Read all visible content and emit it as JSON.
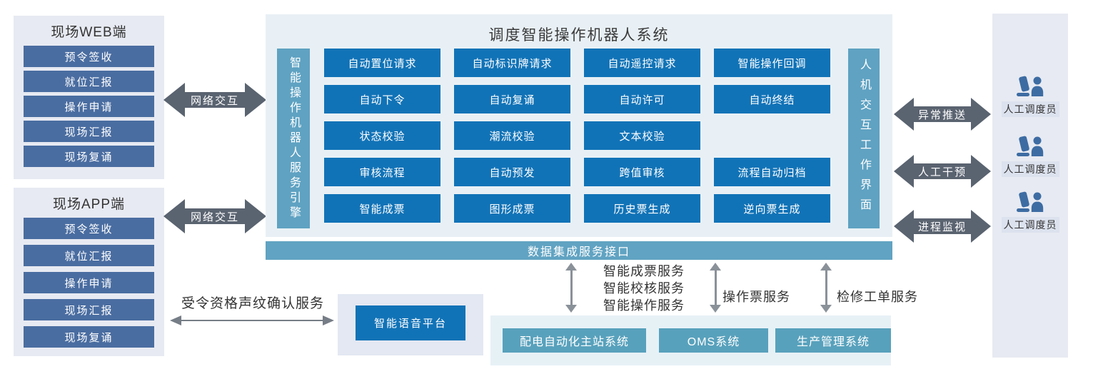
{
  "colors": {
    "accent_blue": "#1173b7",
    "steel_blue": "#4a6da1",
    "teal_bar": "#61a3c2",
    "teal_box": "#58a1bc",
    "dark_arrow": "#5a6370",
    "grey_arrow": "#8a9199",
    "panel_lavender": "#e7eaf2",
    "panel_light_blue": "#e8f0f5",
    "panel_light_teal": "#e6f1f6"
  },
  "left_panels": [
    {
      "title": "现场WEB端",
      "items": [
        "预令签收",
        "就位汇报",
        "操作申请",
        "现场汇报",
        "现场复诵"
      ]
    },
    {
      "title": "现场APP端",
      "items": [
        "预令签收",
        "就位汇报",
        "操作申请",
        "现场汇报",
        "现场复诵"
      ]
    }
  ],
  "network_links": [
    {
      "label": "网络交互"
    },
    {
      "label": "网络交互"
    }
  ],
  "main_system": {
    "title": "调度智能操作机器人系统",
    "left_bar": "智能操作机器人服务引擎",
    "right_bar": "人机交互工作界面",
    "grid": [
      [
        "自动置位请求",
        "自动标识牌请求",
        "自动遥控请求",
        "智能操作回调"
      ],
      [
        "自动下令",
        "自动复诵",
        "自动许可",
        "自动终结"
      ],
      [
        "状态校验",
        "潮流校验",
        "文本校验"
      ],
      [
        "审核流程",
        "自动预发",
        "跨值审核",
        "流程自动归档"
      ],
      [
        "智能成票",
        "图形成票",
        "历史票生成",
        "逆向票生成"
      ]
    ]
  },
  "interface_bar": {
    "label": "数据集成服务接口"
  },
  "voice": {
    "service_label": "受令资格声纹确认服务",
    "platform_label": "智能语音平台"
  },
  "integration": {
    "links": [
      {
        "labels": [
          "智能成票服务",
          "智能校核服务",
          "智能操作服务"
        ]
      },
      {
        "labels": [
          "操作票服务"
        ]
      },
      {
        "labels": [
          "检修工单服务"
        ]
      }
    ],
    "systems": [
      "配电自动化主站系统",
      "OMS系统",
      "生产管理系统"
    ]
  },
  "right_section": {
    "links": [
      {
        "label": "异常推送"
      },
      {
        "label": "人工干预"
      },
      {
        "label": "进程监视"
      }
    ],
    "operators": [
      {
        "label": "人工调度员"
      },
      {
        "label": "人工调度员"
      },
      {
        "label": "人工调度员"
      }
    ]
  }
}
